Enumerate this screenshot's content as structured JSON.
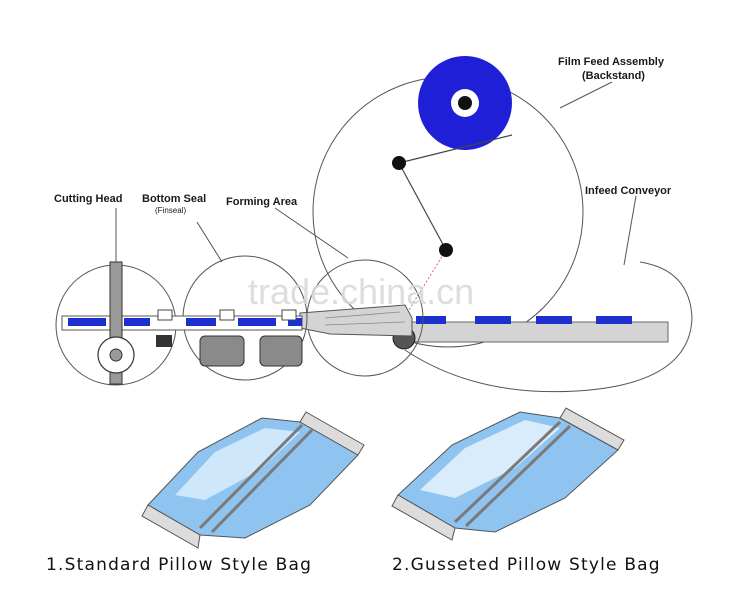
{
  "labels": {
    "film_feed": "Film Feed Assembly",
    "film_feed_sub": "(Backstand)",
    "infeed_conveyor": "Infeed Conveyor",
    "cutting_head": "Cutting Head",
    "bottom_seal": "Bottom Seal",
    "bottom_seal_sub": "(Finseal)",
    "forming_area": "Forming Area"
  },
  "watermark": "trade.china.cn",
  "captions": {
    "bag_1": "1.Standard Pillow Style Bag",
    "bag_2": "2.Gusseted Pillow Style Bag"
  },
  "colors": {
    "film_roll": "#1f1fd8",
    "product": "#1e2fd0",
    "bag_tint": "#8fc3f0",
    "line": "#555555",
    "conveyor": "#d4d4d4"
  }
}
